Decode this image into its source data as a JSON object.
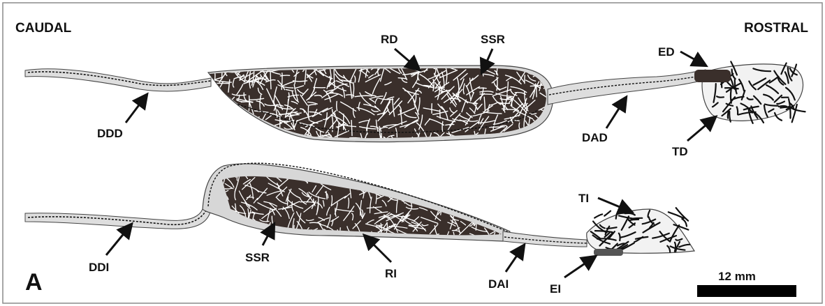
{
  "orientation": {
    "left": "CAUDAL",
    "right": "ROSTRAL"
  },
  "panel_letter": "A",
  "scale_bar": {
    "label": "12 mm",
    "length_mm": 12
  },
  "labels": {
    "rd": "RD",
    "ssr_top": "SSR",
    "ed": "ED",
    "ddd": "DDD",
    "dad": "DAD",
    "td": "TD",
    "ti": "TI",
    "ddi": "DDI",
    "ssr_bottom": "SSR",
    "ri": "RI",
    "dai": "DAI",
    "ei": "EI"
  },
  "colors": {
    "tissue_dark": "#3a2f2b",
    "capsule_light": "#d7d7d7",
    "outline": "#111111",
    "frame": "#8a8a8a"
  }
}
